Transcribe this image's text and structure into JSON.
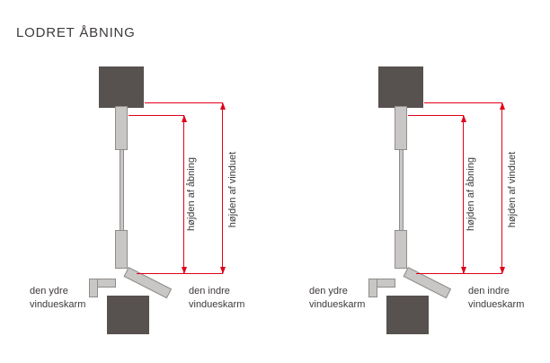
{
  "title": "LODRET ÅBNING",
  "colors": {
    "background": "#ffffff",
    "dark_block": "#575150",
    "profile_fill": "#c9c7c5",
    "profile_border": "#8f8c8a",
    "dimension_red": "#e2001a",
    "text": "#3e3a39"
  },
  "diagrams": [
    {
      "id": "left",
      "dimension_labels": {
        "opening_height": "højden af åbning",
        "window_height": "højden af vinduet"
      },
      "part_labels": {
        "outer_sill": "den ydre vindueskarm",
        "inner_sill": "den indre vindueskarm"
      }
    },
    {
      "id": "right",
      "dimension_labels": {
        "opening_height": "højden af åbning",
        "window_height": "højden af vinduet"
      },
      "part_labels": {
        "outer_sill": "den ydre vindueskarm",
        "inner_sill": "den indre vindueskarm"
      }
    }
  ]
}
